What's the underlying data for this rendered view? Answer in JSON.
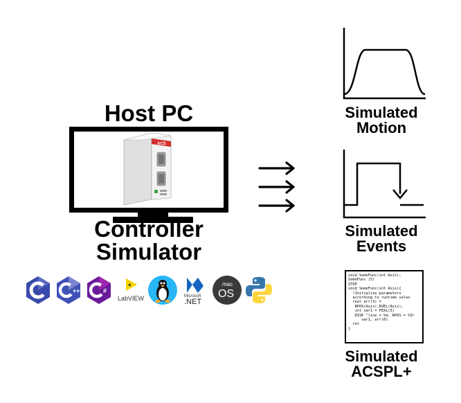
{
  "host": {
    "title": "Host PC",
    "device_brand": "ACS",
    "caption_line1": "Controller",
    "caption_line2": "Simulator"
  },
  "outputs": [
    {
      "line1": "Simulated",
      "line2": "Motion"
    },
    {
      "line1": "Simulated",
      "line2": "Events"
    },
    {
      "line1": "Simulated",
      "line2": "ACSPL+"
    }
  ],
  "code_lines": [
    "void SomeFunc(int Axis);",
    "SomeFunc (5)",
    "STOP",
    "void SomeFunc(int Axis){",
    "  !Initialize parameters",
    "  according to runtime value",
    "  real arr(3) =",
    "   RPOS(Axis),RVEL(Axis),",
    "   int var1 = FEXL(5)",
    "   DISP \"line = %d, RPOS = %3r",
    "      var1, arr(0)",
    "  ret",
    "}"
  ],
  "logos": [
    {
      "icon": "c-language-icon",
      "glyph": "C",
      "color": "#3949ab"
    },
    {
      "icon": "cpp-language-icon",
      "glyph": "C",
      "suffix": "++",
      "color": "#5c6bc0"
    },
    {
      "icon": "csharp-language-icon",
      "glyph": "C",
      "suffix": "#",
      "color": "#7b1fa2"
    },
    {
      "icon": "labview-icon",
      "label": "LabVIEW",
      "color": "#f5d300"
    },
    {
      "icon": "linux-tux-icon",
      "color": "#29b6f6"
    },
    {
      "icon": "dotnet-icon",
      "label_small": "Microsoft",
      "label": ".NET",
      "color": "#1565c0"
    },
    {
      "icon": "macos-icon",
      "label_small": "mac",
      "label": "OS",
      "color": "#444444"
    },
    {
      "icon": "python-icon",
      "color_a": "#3776ab",
      "color_b": "#ffd43b"
    }
  ],
  "colors": {
    "ink": "#000000",
    "acs_red": "#d32f2f"
  }
}
